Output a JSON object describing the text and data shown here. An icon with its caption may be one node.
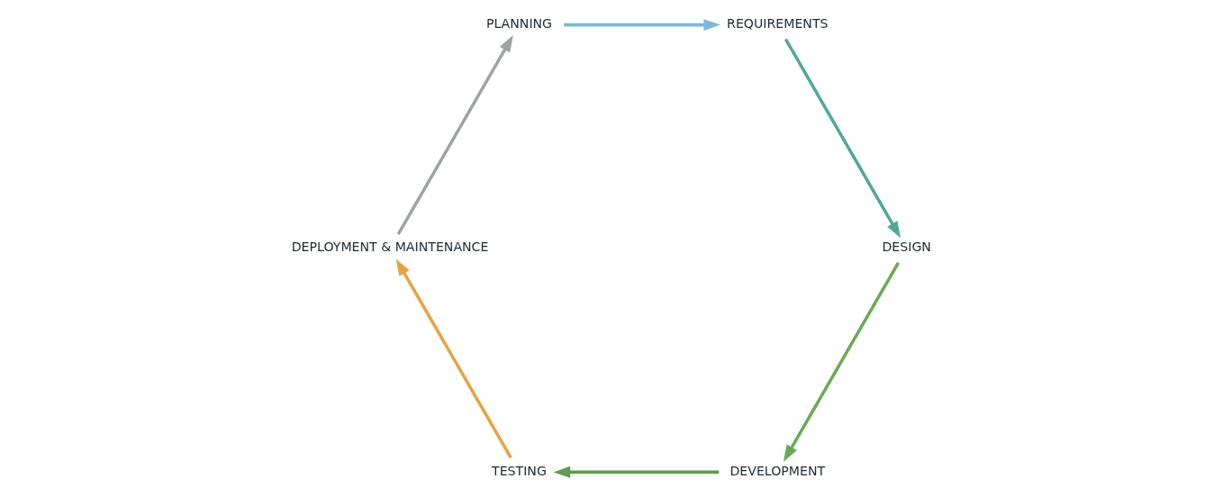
{
  "diagram": {
    "nodes": [
      {
        "text": [
          "PLANNING"
        ]
      },
      {
        "text": [
          "REQUIREMENTS"
        ]
      },
      {
        "text": [
          "DESIGN"
        ]
      },
      {
        "text": [
          "DEVELOPMENT"
        ]
      },
      {
        "text": [
          "TESTING"
        ]
      },
      {
        "text": [
          "DEPLOYMENT & MAINTENANCE"
        ]
      }
    ],
    "edges": [
      {
        "from": 0,
        "to": 1,
        "arrow": "to",
        "color": "#7bb8dc"
      },
      {
        "from": 1,
        "to": 2,
        "arrow": "to",
        "color": "#4fa89b"
      },
      {
        "from": 2,
        "to": 3,
        "arrow": "to",
        "color": "#6aaa55"
      },
      {
        "from": 3,
        "to": 4,
        "arrow": "to",
        "color": "#5e9e48"
      },
      {
        "from": 4,
        "to": 5,
        "arrow": "to",
        "color": "#e8a23f"
      },
      {
        "from": 5,
        "to": 0,
        "arrow": "to",
        "color": "#9ea3a6"
      }
    ]
  }
}
